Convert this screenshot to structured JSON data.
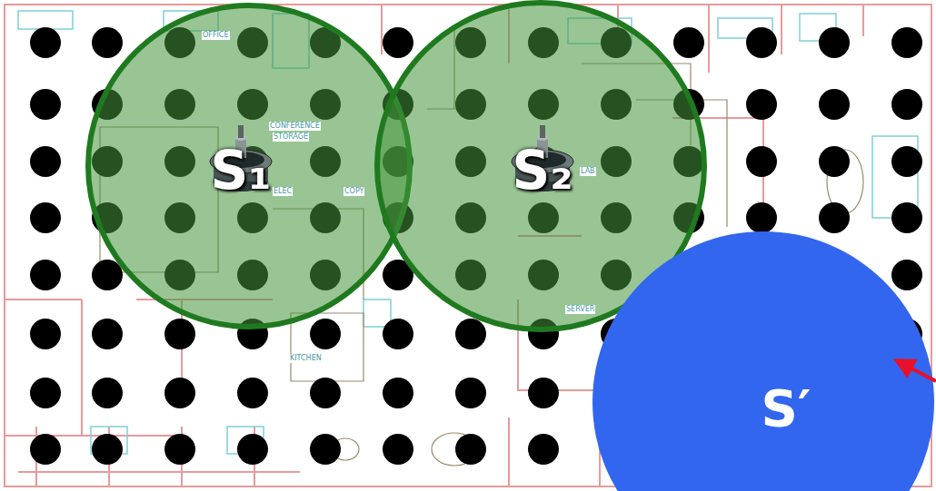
{
  "diagram": {
    "nodes": [
      {
        "text": [
          "S₁"
        ]
      },
      {
        "text": [
          "S₂"
        ]
      },
      {
        "text": [
          "S′"
        ]
      }
    ],
    "labels": [
      "OFFICE",
      "CONFERENCE",
      "STORAGE",
      "ELEC",
      "COPY",
      "KITCHEN",
      "LAB",
      "SERVER"
    ]
  }
}
